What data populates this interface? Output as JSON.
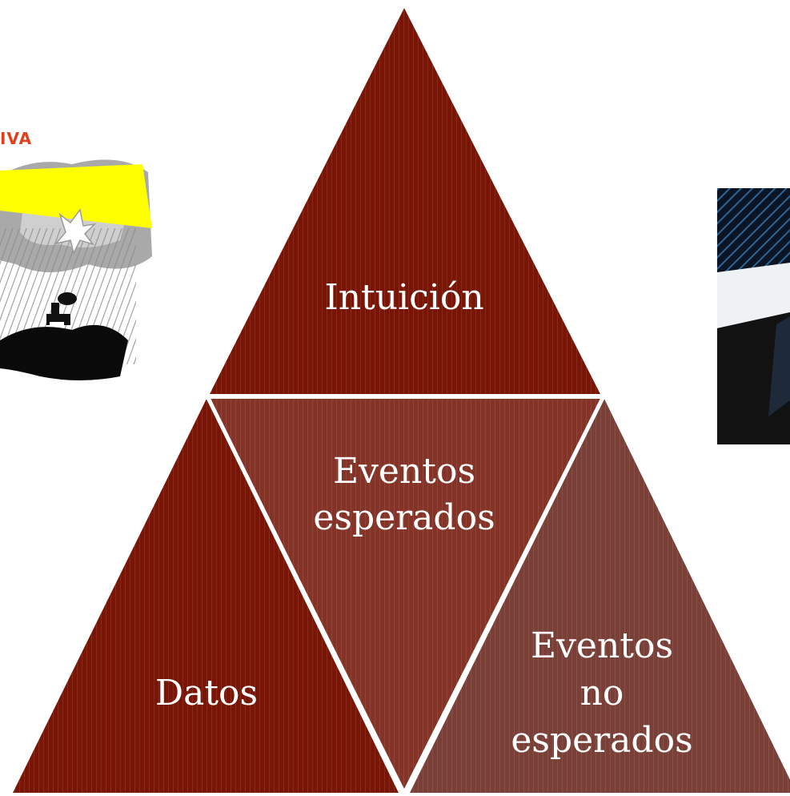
{
  "diagram": {
    "triangles": {
      "top": {
        "lines": [
          "Intuición"
        ]
      },
      "bottom_left": {
        "lines": [
          "Datos"
        ]
      },
      "center_inverted": {
        "lines": [
          "Eventos",
          "esperados"
        ]
      },
      "bottom_right": {
        "lines": [
          "Eventos",
          "no",
          "esperados"
        ]
      }
    },
    "colors": {
      "dark_red": "#7a1505",
      "muted_red": "#843326",
      "brown": "#7a3f36",
      "separator": "#ffffff"
    }
  },
  "left_clipart": {
    "fragment_text": "IVA",
    "icons": [
      "cloud-icon",
      "lightning-icon",
      "rain-icon",
      "ship-icon",
      "waves-icon"
    ]
  },
  "right_photo": {
    "description_icon": "photo-fragment"
  }
}
